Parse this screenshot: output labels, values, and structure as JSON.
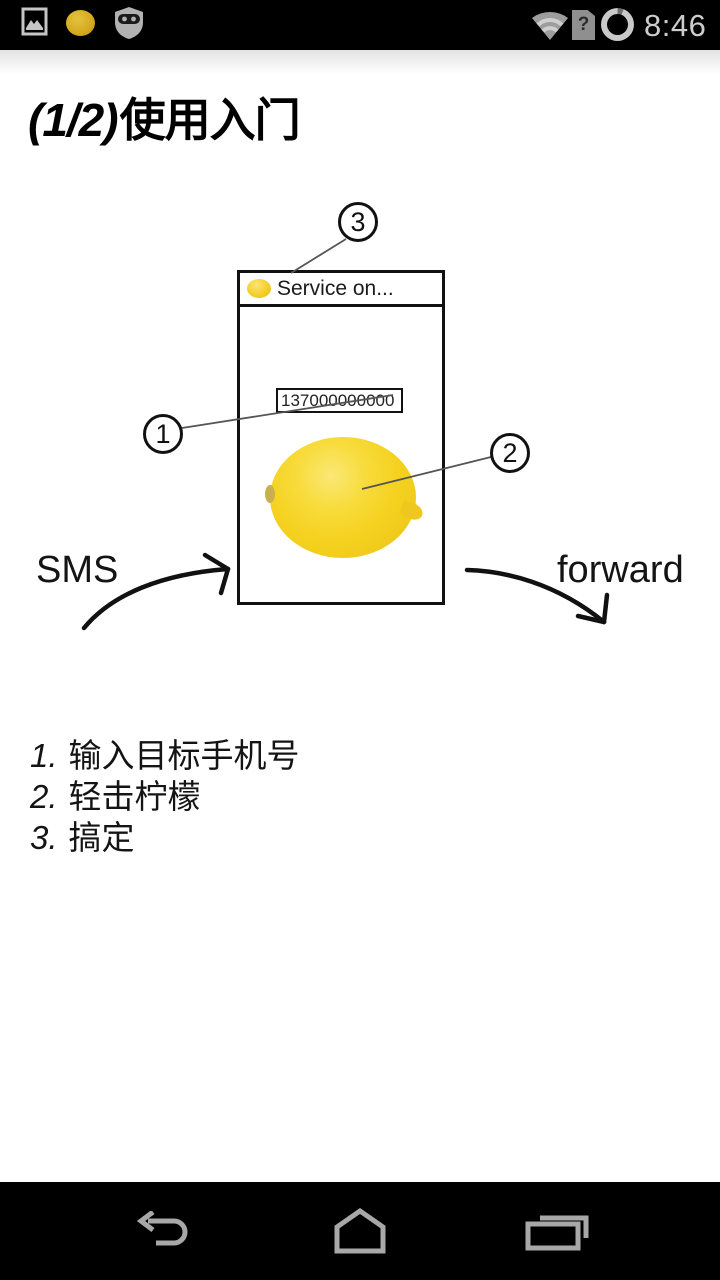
{
  "status_bar": {
    "time": "8:46",
    "sim_question": "?",
    "icons": [
      "gallery-icon",
      "lemon-notification-icon",
      "privacy-shield-icon",
      "wifi-icon",
      "sim-question-icon",
      "battery-ring-icon"
    ]
  },
  "title": {
    "prefix": "(1/2)",
    "text": "使用入门"
  },
  "diagram": {
    "callouts": [
      {
        "n": "1"
      },
      {
        "n": "2"
      },
      {
        "n": "3"
      }
    ],
    "phone": {
      "notification_text": "Service on...",
      "number_field_value": "137000000000"
    },
    "labels": {
      "sms": "SMS",
      "forward": "forward"
    }
  },
  "steps": [
    {
      "num": "1.",
      "text": "输入目标手机号"
    },
    {
      "num": "2.",
      "text": "轻击柠檬"
    },
    {
      "num": "3.",
      "text": "搞定"
    }
  ],
  "colors": {
    "lemon_yellow": "#f5d220",
    "status_lemon": "#d4a91d",
    "status_icon_gray": "#c2c2c2",
    "nav_icon_gray": "#a8a8a8",
    "line_black": "#111111"
  },
  "nav_bar": {
    "icons": [
      "back-icon",
      "home-icon",
      "recents-icon"
    ]
  }
}
